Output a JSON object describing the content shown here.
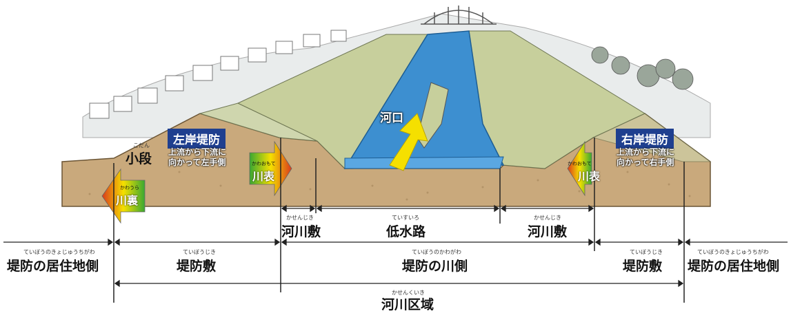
{
  "labels": {
    "estuary": "河口",
    "small_berm_ruby": "こだん",
    "small_berm": "小段",
    "left_levee": "左岸堤防",
    "left_levee_note_1": "上流から下流に",
    "left_levee_note_2": "向かって左手側",
    "right_levee": "右岸堤防",
    "right_levee_note_1": "上流から下流に",
    "right_levee_note_2": "向かって右手側",
    "riverfront_ruby": "かわおもて",
    "riverfront": "川表",
    "landside_ruby": "かわうら",
    "landside": "川裏",
    "floodplain_ruby": "かせんじき",
    "floodplain": "河川敷",
    "low_channel_ruby": "ていすいろ",
    "low_channel": "低水路",
    "residential_side_ruby": "ていぼうのきょじゅうちがわ",
    "residential_side": "堤防の居住地側",
    "levee_site_ruby": "ていぼうじき",
    "levee_site": "堤防敷",
    "river_side_ruby": "ていぼうのかわがわ",
    "river_side": "堤防の川側",
    "river_zone_ruby": "かせんくいき",
    "river_zone": "河川区域"
  },
  "colors": {
    "label_box": "#1f3f8f",
    "water": "#3d8fd0",
    "soil": "#c9a97c",
    "grass": "#c7cf9c",
    "arrow_yellow": "#f5e000",
    "arrow_green": "#3aa832",
    "arrow_red": "#d93a1c"
  }
}
